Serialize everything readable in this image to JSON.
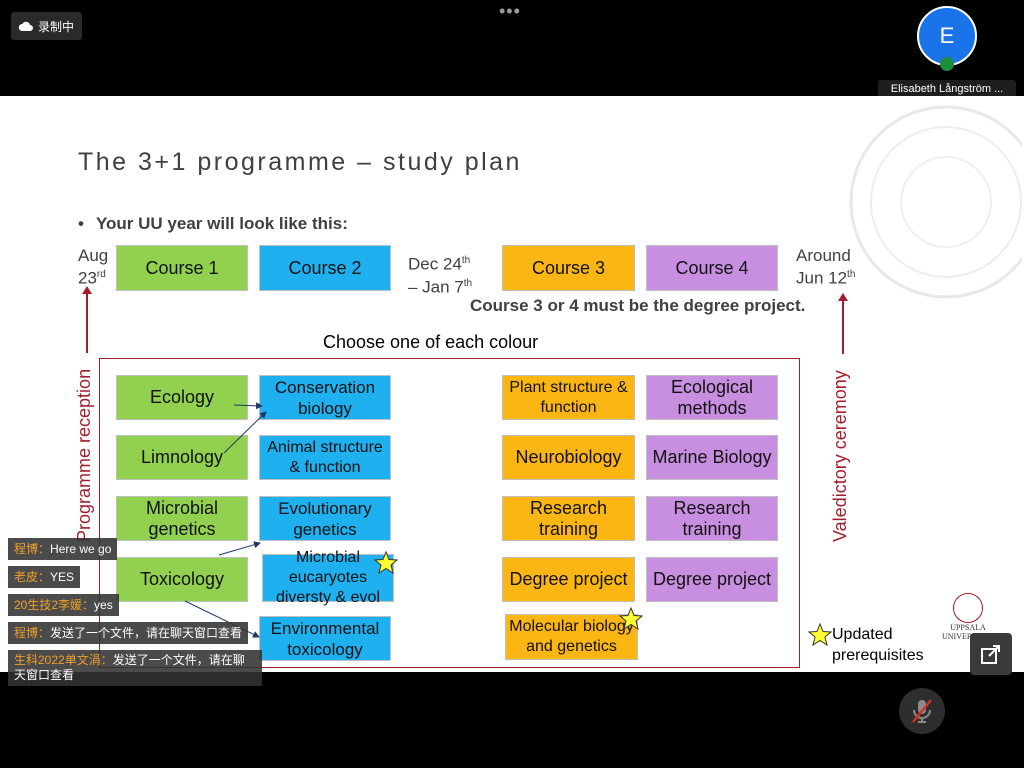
{
  "meeting": {
    "recording_label": "录制中",
    "more_label": "•••",
    "participant": {
      "initial": "E",
      "name": "Elisabeth Långström ..."
    }
  },
  "slide": {
    "title": "The 3+1 programme – study plan",
    "bullet": "Your UU year will look like this:",
    "dates": {
      "start": {
        "line1": "Aug",
        "line2": "23",
        "sup": "rd"
      },
      "break": {
        "line1": "Dec 24",
        "sup1": "th",
        "line2": "– Jan 7",
        "sup2": "th"
      },
      "end": {
        "line1": "Around",
        "line2": "Jun 12",
        "sup": "th"
      }
    },
    "courses": [
      "Course 1",
      "Course 2",
      "Course 3",
      "Course 4"
    ],
    "degree_note": "Course 3 or 4 must be the degree project.",
    "choose_label": "Choose one of each colour",
    "programme_reception": "Programme reception",
    "valedictory_ceremony": "Valedictory ceremony",
    "green": [
      "Ecology",
      "Limnology",
      "Microbial genetics",
      "Toxicology"
    ],
    "blue": [
      "Conservation biology",
      "Animal structure & function",
      "Evolutionary genetics",
      "Microbial eucaryotes diversty & evol",
      "Environmental toxicology"
    ],
    "orange": [
      "Plant structure & function",
      "Neurobiology",
      "Research training",
      "Degree project",
      "Molecular biology and genetics"
    ],
    "purple": [
      "Ecological methods",
      "Marine Biology",
      "Research training",
      "Degree project"
    ],
    "legend": {
      "line1": "Updated",
      "line2": "prerequisites"
    },
    "logo": {
      "line1": "UPPSALA",
      "line2": "UNIVERSITET"
    },
    "colors": {
      "green": "#92d050",
      "blue": "#1fb0ef",
      "orange": "#fcb614",
      "purple": "#c88ee0",
      "frame": "#a31e2d"
    }
  },
  "chat": [
    {
      "user": "程博",
      "text": "Here we go"
    },
    {
      "user": "老皮",
      "text": "YES"
    },
    {
      "user": "20生技2李媛",
      "text": "yes"
    },
    {
      "user": "程博",
      "text": "发送了一个文件，请在聊天窗口查看"
    },
    {
      "user": "生科2022单文涓",
      "text": "发送了一个文件，请在聊天窗口查看"
    }
  ],
  "chat_separator": "：",
  "icons": {
    "star": "star-icon",
    "cloud": "cloud-icon",
    "mic_off": "mic-off-icon",
    "expand": "expand-icon"
  }
}
